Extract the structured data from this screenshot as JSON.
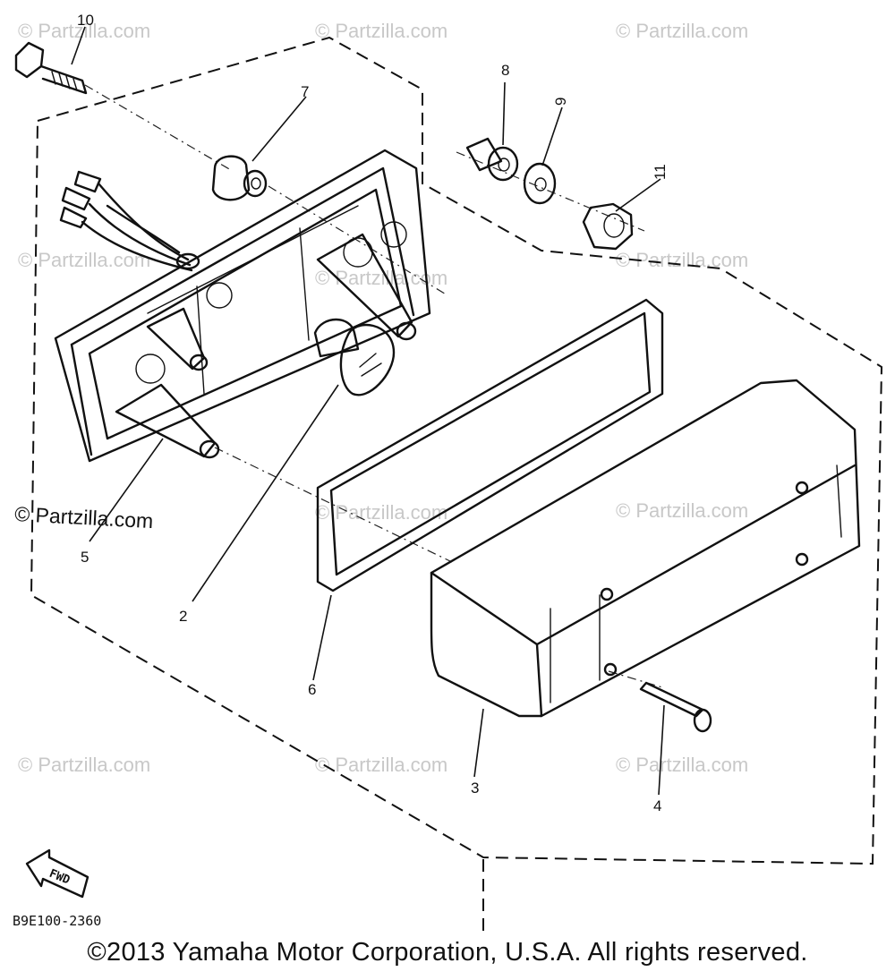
{
  "watermark": "© Partzilla.com",
  "watermark_prominent": "© Partzilla.com",
  "callouts": {
    "c1": "10",
    "c2": "7",
    "c3": "8",
    "c4": "9",
    "c5": "11",
    "c6": "5",
    "c7": "2",
    "c8": "6",
    "c9": "3",
    "c10": "4"
  },
  "drawing_code": "B9E100-2360",
  "fwd_label": "FWD",
  "copyright": "©2013 Yamaha Motor Corporation, U.S.A. All rights reserved."
}
